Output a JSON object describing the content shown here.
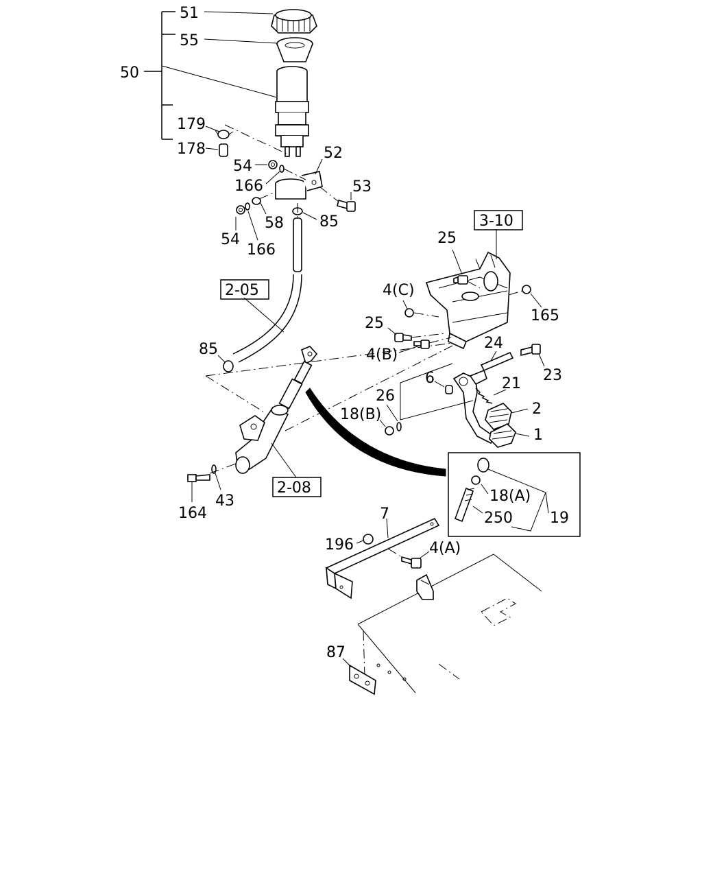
{
  "labels": {
    "p51": "51",
    "p55": "55",
    "p50": "50",
    "p179": "179",
    "p178": "178",
    "p54a": "54",
    "p52": "52",
    "p166a": "166",
    "p53": "53",
    "p54b": "54",
    "p58": "58",
    "p85a": "85",
    "p166b": "166",
    "ref310": "3-10",
    "p25a": "25",
    "ref205": "2-05",
    "p4c": "4(C)",
    "p165": "165",
    "p25b": "25",
    "p24": "24",
    "p85b": "85",
    "p4b": "4(B)",
    "p23": "23",
    "p6": "6",
    "p21": "21",
    "p26": "26",
    "p18b": "18(B)",
    "p2": "2",
    "p1": "1",
    "ref208": "2-08",
    "p18a": "18(A)",
    "p250": "250",
    "p19": "19",
    "p164": "164",
    "p43": "43",
    "p7": "7",
    "p196": "196",
    "p4a": "4(A)",
    "p87": "87"
  }
}
